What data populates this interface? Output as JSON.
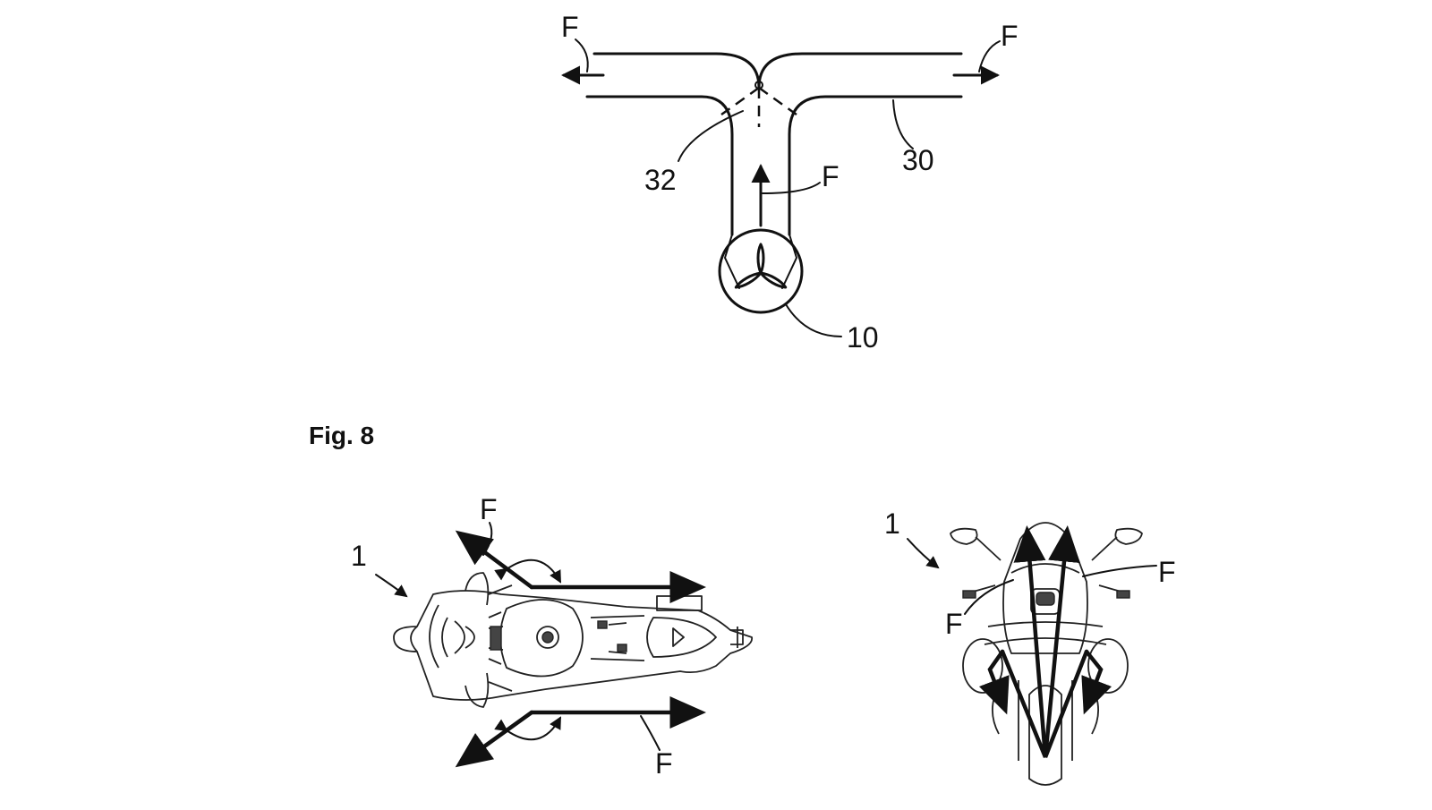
{
  "figure_label": "Fig. 8",
  "top_diagram": {
    "flow_left": "F",
    "flow_right": "F",
    "flow_center": "F",
    "ref_duct": "30",
    "ref_junction": "32",
    "ref_fan": "10"
  },
  "bottom_left_view": {
    "ref_vehicle": "1",
    "flow_top": "F",
    "flow_bottom": "F"
  },
  "bottom_right_view": {
    "ref_vehicle": "1",
    "flow_right": "F",
    "flow_left": "F"
  }
}
